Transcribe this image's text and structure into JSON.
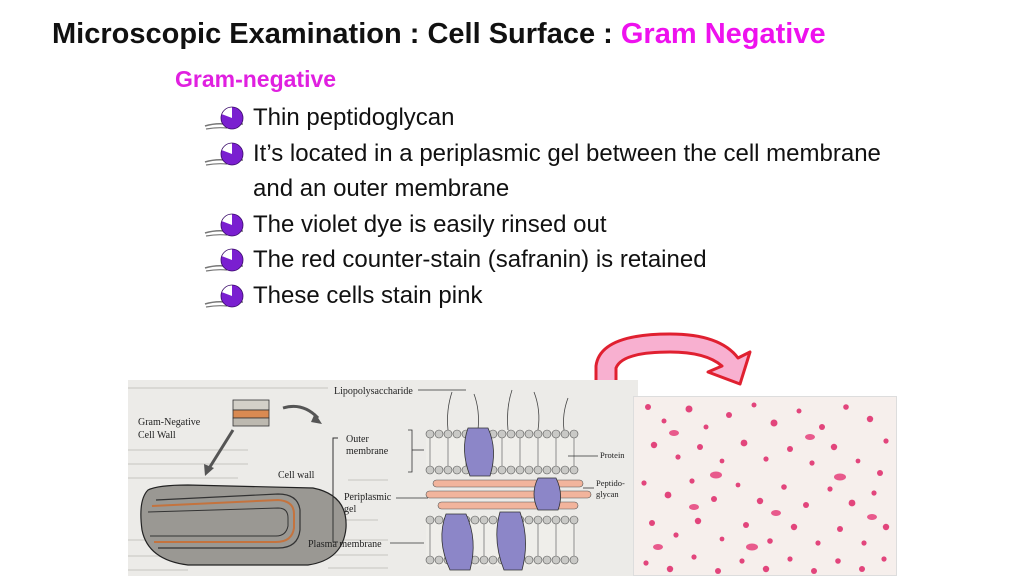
{
  "slide": {
    "title_prefix": "Microscopic Examination : Cell Surface : ",
    "title_highlight": "Gram Negative",
    "subheading": "Gram-negative",
    "bullets": [
      "Thin peptidoglycan",
      "It’s located in a periplasmic gel between the cell membrane and an outer membrane",
      "The violet dye is easily rinsed out",
      "The red counter-stain (safranin) is retained",
      "These cells stain pink"
    ],
    "colors": {
      "highlight": "#ee11ee",
      "bullet": "#7a1fd0",
      "arrow": "#e02030"
    }
  },
  "diagram": {
    "title_line1": "Gram-Negative",
    "title_line2": "Cell Wall",
    "labels": {
      "lps": "Lipopolysaccharide",
      "outer_membrane_1": "Outer",
      "outer_membrane_2": "membrane",
      "cell_wall": "Cell wall",
      "periplasmic_1": "Periplasmic",
      "periplasmic_2": "gel",
      "plasma_membrane": "Plasma membrane",
      "protein": "Protein",
      "peptido_1": "Peptido-",
      "peptido_2": "glycan"
    }
  }
}
